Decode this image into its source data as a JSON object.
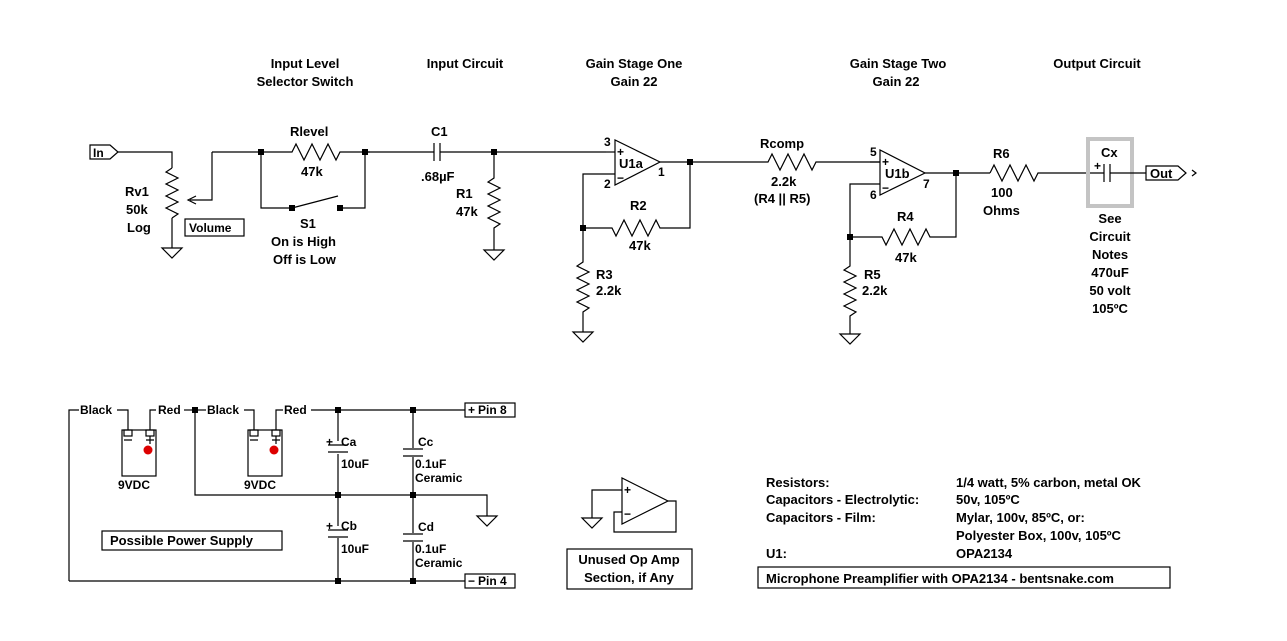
{
  "sections": {
    "input_level_1": "Input Level",
    "input_level_2": "Selector Switch",
    "input_circuit": "Input Circuit",
    "gain1_title": "Gain Stage One",
    "gain1_gain": "Gain 22",
    "gain2_title": "Gain Stage Two",
    "gain2_gain": "Gain 22",
    "output_circuit": "Output Circuit"
  },
  "ports": {
    "in": "In",
    "out": "Out",
    "pin8": "Pin 8",
    "pin4": "Pin 4",
    "plus": "+",
    "minus": "−"
  },
  "components": {
    "rv1": {
      "name": "Rv1",
      "value": "50k",
      "taper": "Log",
      "label_box": "Volume"
    },
    "rlevel": {
      "name": "Rlevel",
      "value": "47k"
    },
    "s1": {
      "name": "S1",
      "note1": "On is High",
      "note2": "Off is Low"
    },
    "c1": {
      "name": "C1",
      "value": ".68µF"
    },
    "r1": {
      "name": "R1",
      "value": "47k"
    },
    "u1a": {
      "name": "U1a",
      "pin_plus": "3",
      "pin_minus": "2",
      "pin_out": "1"
    },
    "r2": {
      "name": "R2",
      "value": "47k"
    },
    "r3": {
      "name": "R3",
      "value": "2.2k"
    },
    "rcomp": {
      "name": "Rcomp",
      "value": "2.2k",
      "note": "(R4 || R5)"
    },
    "u1b": {
      "name": "U1b",
      "pin_plus": "5",
      "pin_minus": "6",
      "pin_out": "7"
    },
    "r4": {
      "name": "R4",
      "value": "47k"
    },
    "r5": {
      "name": "R5",
      "value": "2.2k"
    },
    "r6": {
      "name": "R6",
      "value": "100",
      "unit": "Ohms"
    },
    "cx": {
      "name": "Cx",
      "note1": "See",
      "note2": "Circuit",
      "note3": "Notes",
      "note4": "470uF",
      "note5": "50 volt",
      "note6": "105ºC"
    }
  },
  "power": {
    "black": "Black",
    "red": "Red",
    "battery": "9VDC",
    "ca": {
      "name": "Ca",
      "value": "10uF"
    },
    "cb": {
      "name": "Cb",
      "value": "10uF"
    },
    "cc": {
      "name": "Cc",
      "value": "0.1uF",
      "type": "Ceramic"
    },
    "cd": {
      "name": "Cd",
      "value": "0.1uF",
      "type": "Ceramic"
    },
    "box_label": "Possible Power Supply"
  },
  "unused": {
    "line1": "Unused Op Amp",
    "line2": "Section, if Any"
  },
  "notes": [
    {
      "label": "Resistors:",
      "value": "1/4 watt, 5% carbon, metal OK"
    },
    {
      "label": "Capacitors - Electrolytic:",
      "value": "50v, 105ºC"
    },
    {
      "label": "Capacitors - Film:",
      "value": "Mylar, 100v, 85ºC, or:"
    },
    {
      "label": "",
      "value": "Polyester Box, 100v, 105ºC"
    },
    {
      "label": "U1:",
      "value": "OPA2134"
    }
  ],
  "footer_title": "Microphone Preamplifier with OPA2134 - bentsnake.com"
}
